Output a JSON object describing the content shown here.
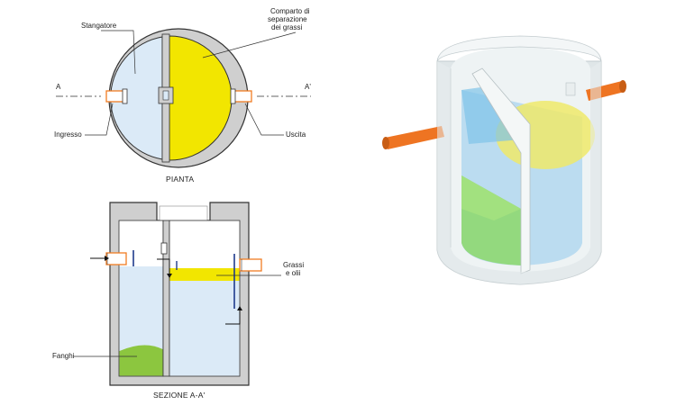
{
  "plan": {
    "labels": {
      "stangatore": "Stangatore",
      "comparto_line1": "Comparto di",
      "comparto_line2": "separazione",
      "comparto_line3": "dei grassi",
      "ingresso": "Ingresso",
      "uscita": "Uscita",
      "section_a": "A",
      "section_a_prime": "A'"
    },
    "caption": "PIANTA"
  },
  "section": {
    "labels": {
      "grassi_line1": "Grassi",
      "grassi_line2": "e olii",
      "fanghi": "Fanghi"
    },
    "caption": "SEZIONE A-A'"
  },
  "colors": {
    "concrete": "#cfcfcf",
    "concrete_edge": "#333333",
    "water": "#dbeaf7",
    "grease": "#f2e600",
    "sludge": "#8cc63f",
    "pipe": "#f07d22",
    "baffle": "#1f3b8c"
  }
}
